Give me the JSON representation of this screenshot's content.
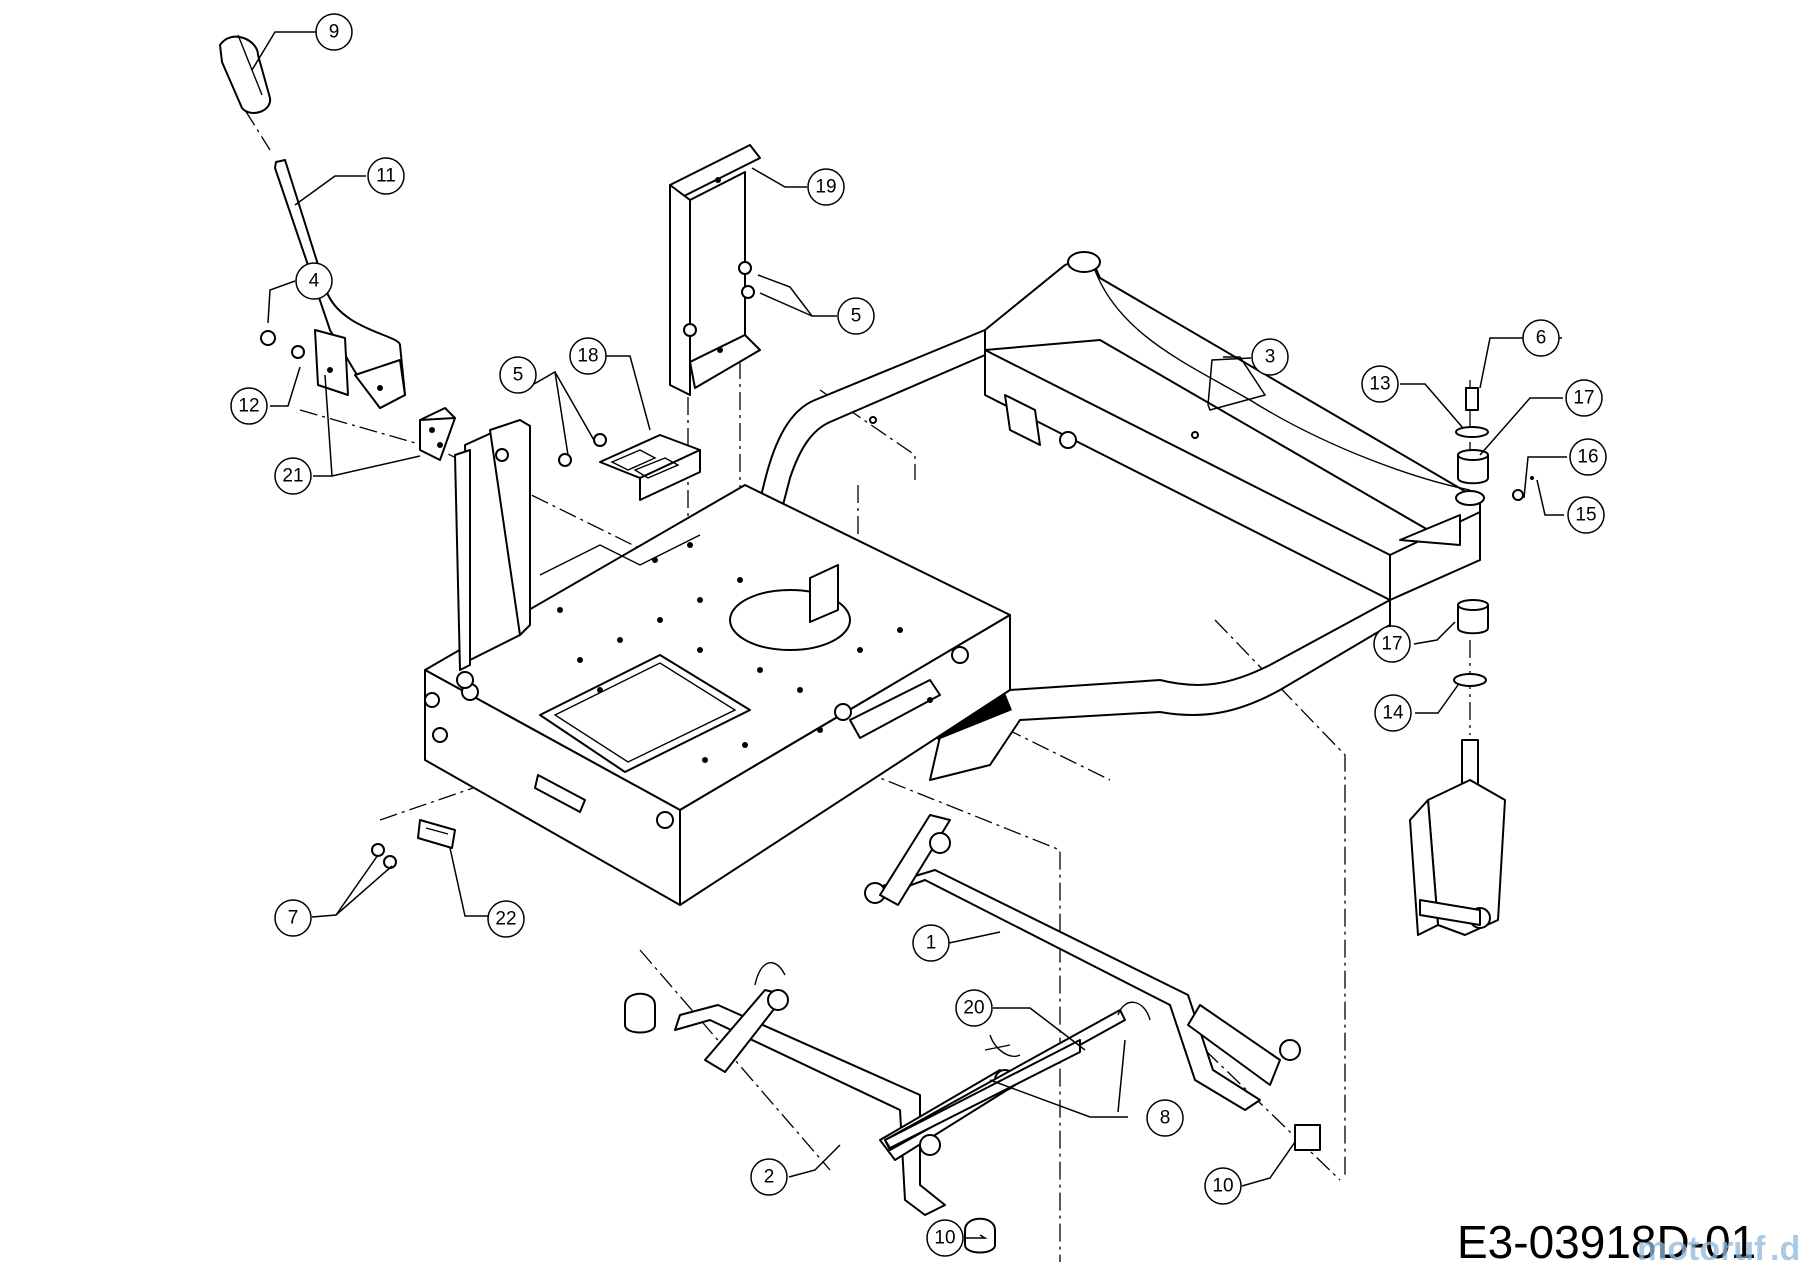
{
  "diagram": {
    "code": "E3-03918D-01",
    "watermark": "motoruf",
    "watermark_suffix": ".de",
    "callouts": {
      "c1": "1",
      "c2": "2",
      "c3": "3",
      "c4": "4",
      "c5a": "5",
      "c5b": "5",
      "c6": "6",
      "c7": "7",
      "c8": "8",
      "c9": "9",
      "c10a": "10",
      "c10b": "10",
      "c11": "11",
      "c12": "12",
      "c13": "13",
      "c14": "14",
      "c15": "15",
      "c16": "16",
      "c17a": "17",
      "c17b": "17",
      "c18": "18",
      "c19": "19",
      "c20": "20",
      "c21": "21",
      "c22": "22"
    }
  }
}
